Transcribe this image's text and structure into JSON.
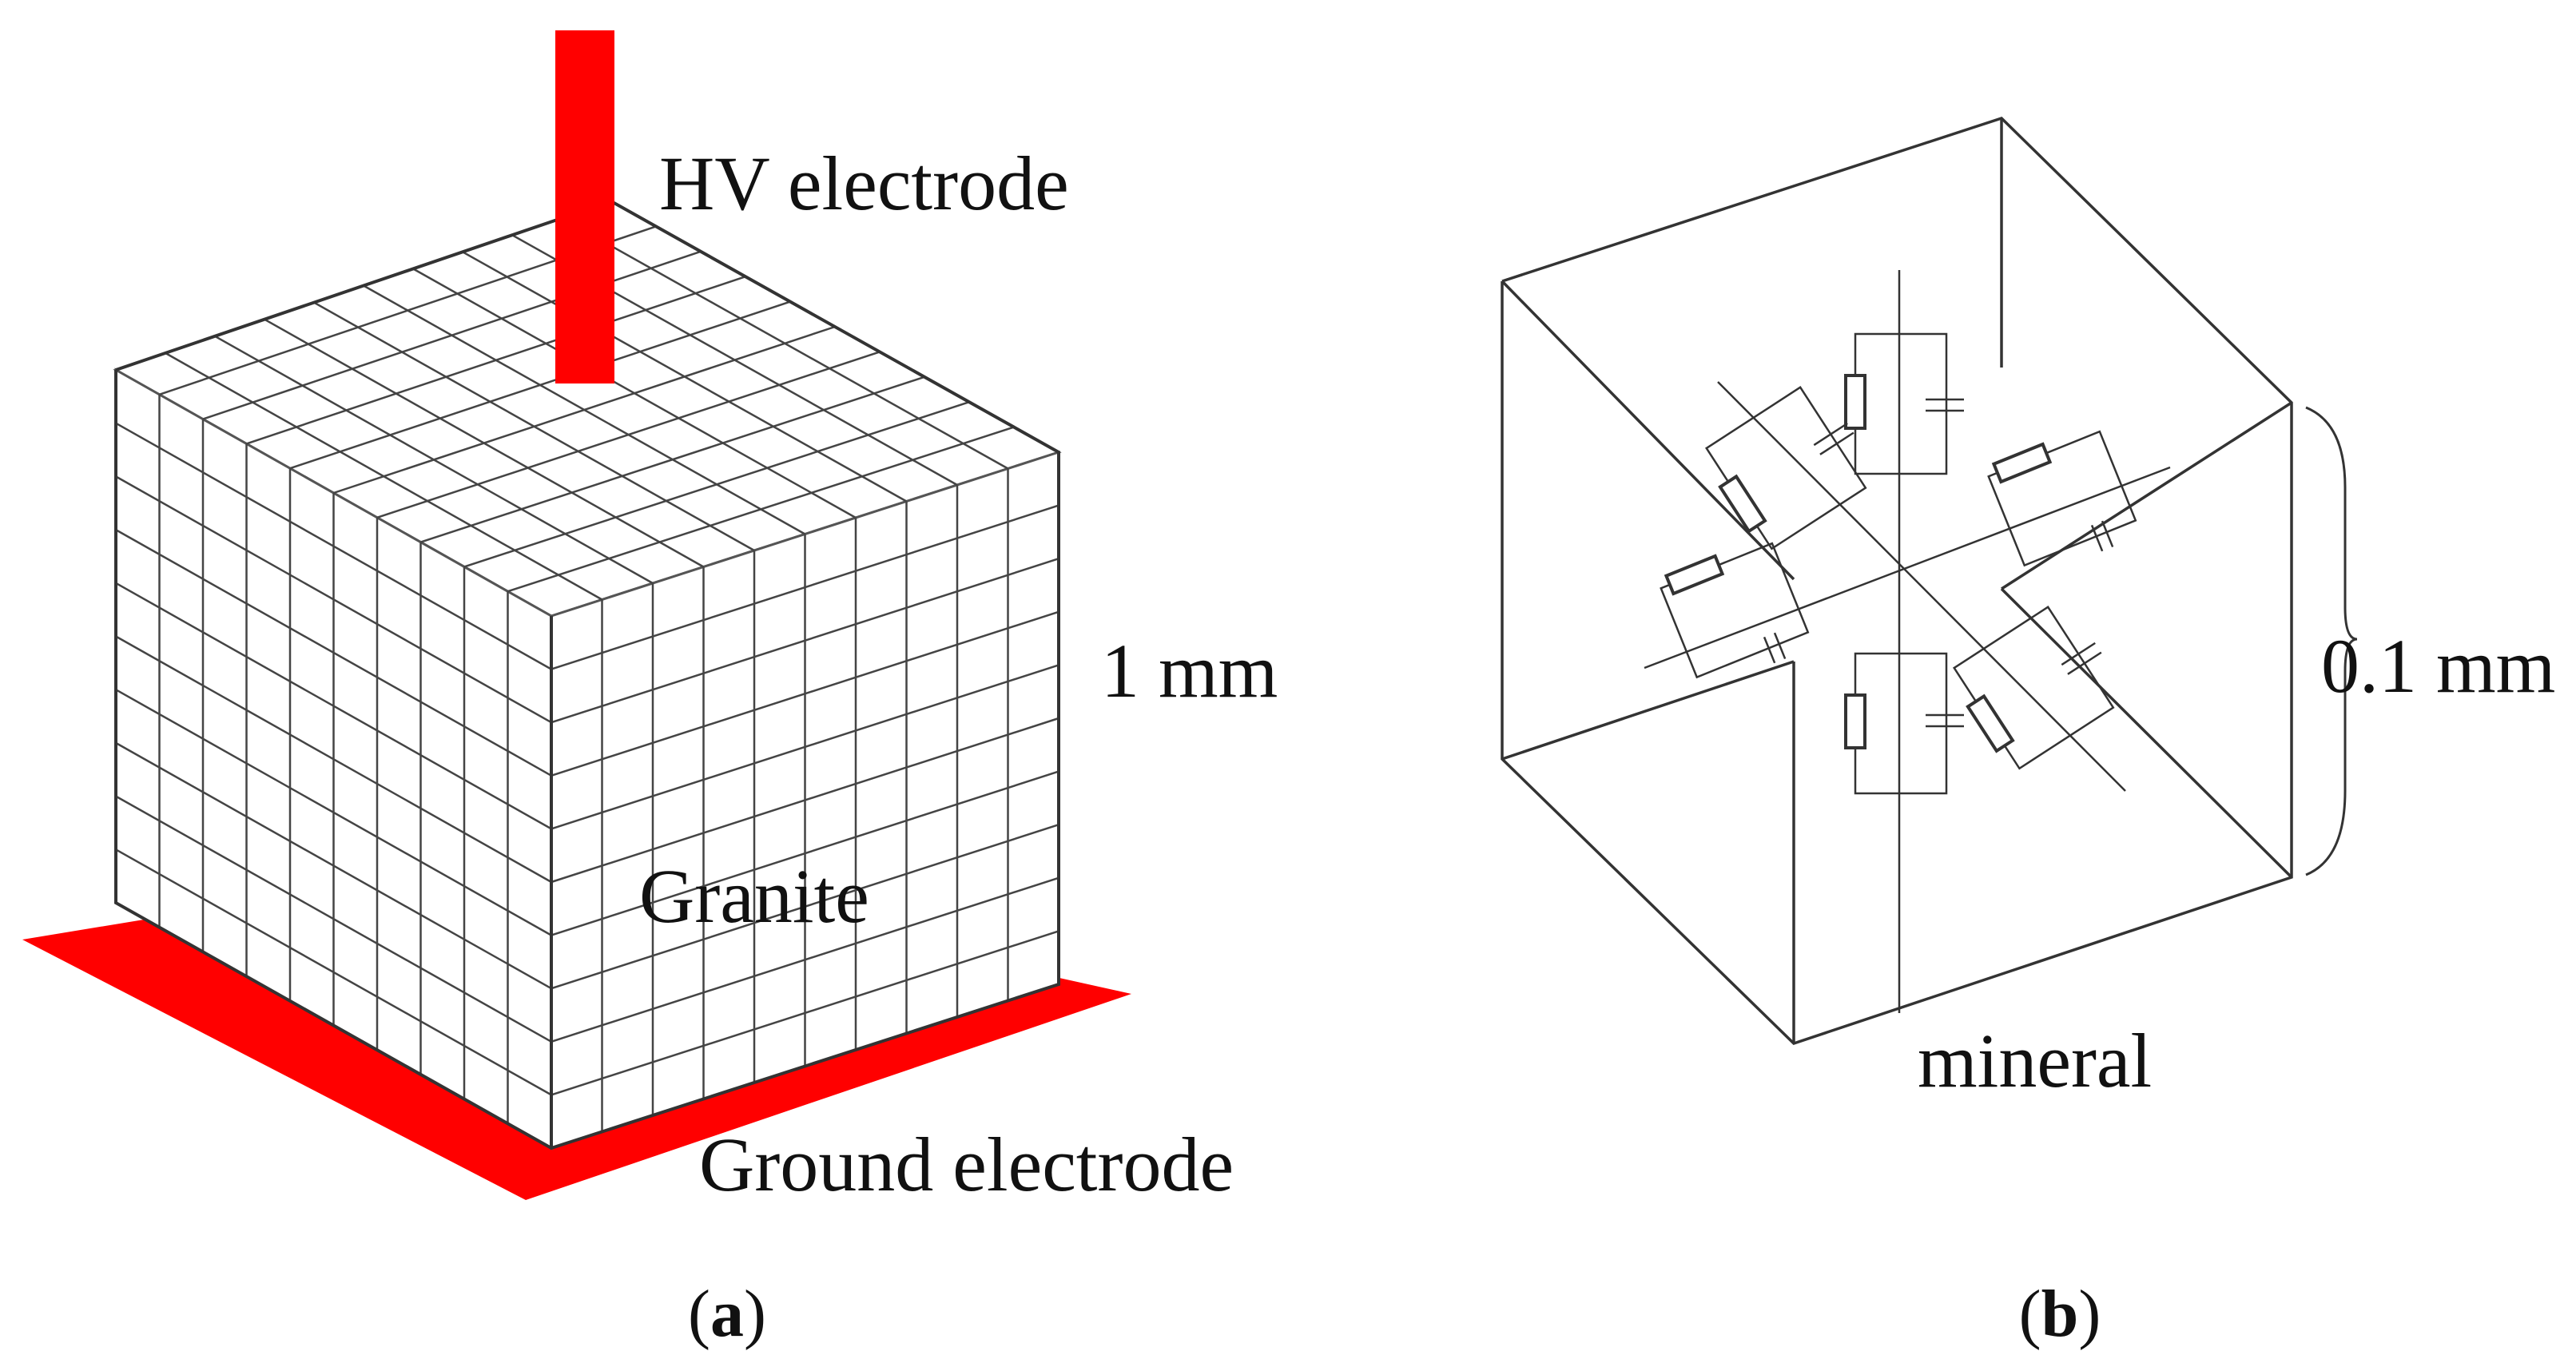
{
  "panel_a": {
    "hv_label": "HV electrode",
    "size_label": "1 mm",
    "material_label": "Granite",
    "ground_label": "Ground electrode",
    "caption_open": "(",
    "caption_letter": "a",
    "caption_close": ")",
    "electrode_color": "#ff0000"
  },
  "panel_b": {
    "size_label": "0.1 mm",
    "material_label": "mineral",
    "caption_open": "(",
    "caption_letter": "b",
    "caption_close": ")"
  }
}
